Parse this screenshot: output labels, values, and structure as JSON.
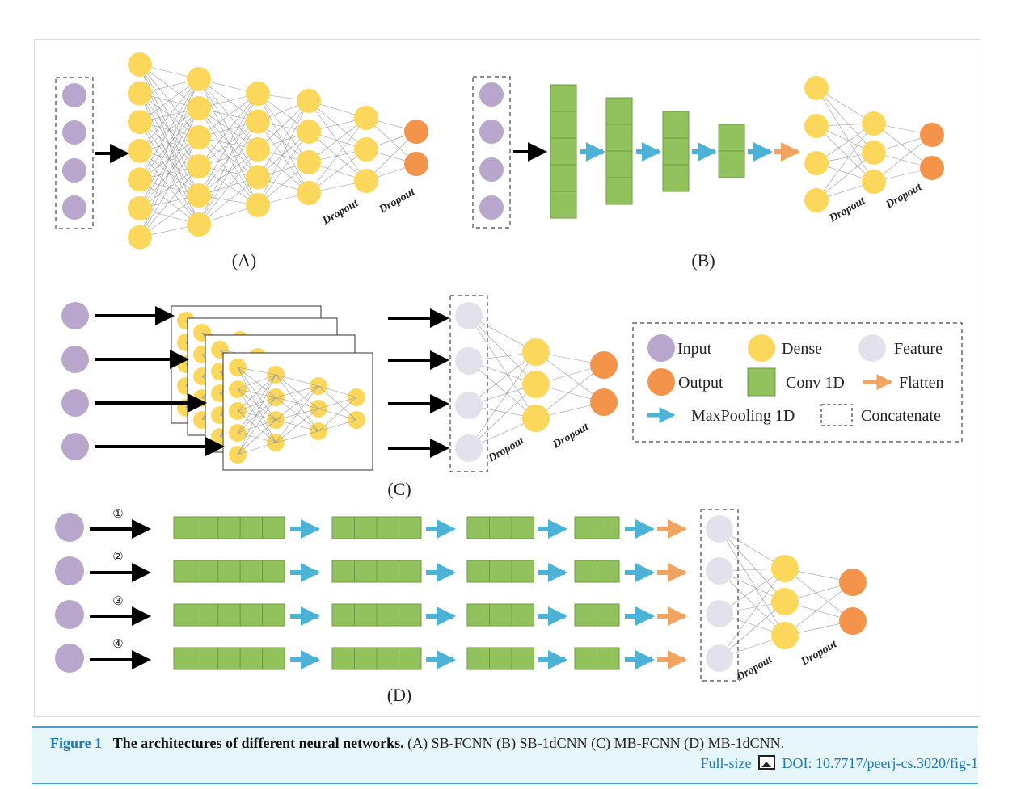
{
  "panels": {
    "a": "(A)",
    "b": "(B)",
    "c": "(C)",
    "d": "(D)"
  },
  "dropout_label": "Dropout",
  "branch_numbers": [
    "①",
    "②",
    "③",
    "④"
  ],
  "legend": {
    "input": "Input",
    "dense": "Dense",
    "feature": "Feature",
    "output": "Output",
    "conv": "Conv 1D",
    "flatten": "Flatten",
    "maxpool": "MaxPooling 1D",
    "concat": "Concatenate"
  },
  "caption": {
    "label": "Figure 1",
    "title": "The architectures of different neural networks.",
    "text": "(A) SB-FCNN (B) SB-1dCNN (C) MB-FCNN (D) MB-1dCNN.",
    "fullsize": "Full-size",
    "doi": "DOI: 10.7717/peerj-cs.3020/fig-1"
  },
  "colors": {
    "input": "#b9a6cc",
    "dense": "#fbd85c",
    "feature": "#e3e1ec",
    "output": "#f4944a",
    "conv": "#92c25e",
    "maxpool_arrow": "#4cb3d6",
    "flatten_arrow": "#f1a460",
    "caption_bg": "#e7f6fa",
    "caption_accent": "#1b79b8"
  }
}
